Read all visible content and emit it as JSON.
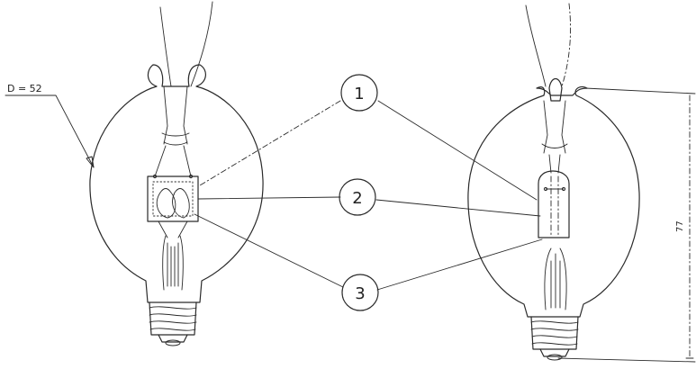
{
  "diameter_label": "D = 52",
  "height_label": "77",
  "callouts": [
    {
      "number": "1"
    },
    {
      "number": "2"
    },
    {
      "number": "3"
    }
  ]
}
